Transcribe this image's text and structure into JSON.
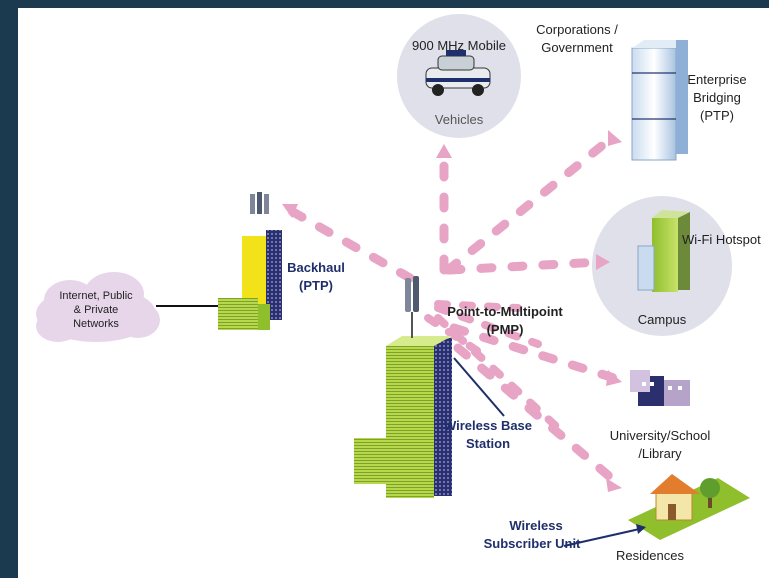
{
  "nodes": {
    "mobile": {
      "title": "900 MHz Mobile",
      "subtitle": "Vehicles"
    },
    "corporations": {
      "label_line1": "Corporations /",
      "label_line2": "Government"
    },
    "enterprise": {
      "line1": "Enterprise",
      "line2": "Bridging",
      "line3": "(PTP)"
    },
    "hotspot": {
      "label": "Wi-Fi Hotspot",
      "campus": "Campus"
    },
    "university": {
      "line1": "University/School",
      "line2": "/Library"
    },
    "residences": {
      "label": "Residences"
    },
    "internet": {
      "line1": "Internet, Public",
      "line2": "& Private",
      "line3": "Networks"
    },
    "backhaul": {
      "line1": "Backhaul",
      "line2": "(PTP)"
    },
    "pmp": {
      "line1": "Point-to-Multipoint",
      "line2": "(PMP)"
    },
    "base_station": {
      "line1": "Wireless Base",
      "line2": "Station"
    },
    "subscriber_unit": {
      "line1": "Wireless",
      "line2": "Subscriber Unit"
    }
  },
  "colors": {
    "frame_background": "#1c3a4f",
    "beam_pink": "#e7a4c4",
    "circle_fill": "#dfe0ea",
    "label_navy": "#1f2f6b",
    "tower_green": "#a9cf3a",
    "tower_yellow": "#f2e21a",
    "tower_navy": "#2b2f6d",
    "cloud_lavender": "#e7d6ea"
  },
  "icons": [
    "police-car-icon",
    "antenna-icon",
    "building-icon",
    "house-icon",
    "tree-icon",
    "cloud-icon"
  ]
}
